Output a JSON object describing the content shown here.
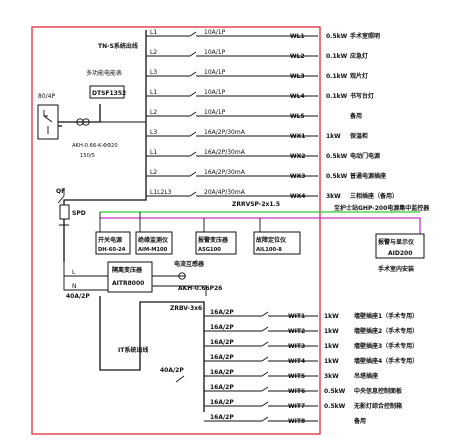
{
  "inlet": {
    "rating": "80/4P",
    "spd": "SPD",
    "qf": "QF"
  },
  "tn_section": {
    "title": "TN-S系统出线",
    "meter_label": "多功能电能表",
    "meter_model": "DTSF1352",
    "ct_label": "AKH-0.66-K-ΦΦ20",
    "ct_ratio": "150/5",
    "circuits": [
      {
        "phase": "L1",
        "breaker": "10A/1P",
        "id": "WL1",
        "load": "0.5kW",
        "desc": "手术室照明"
      },
      {
        "phase": "L2",
        "breaker": "10A/1P",
        "id": "WL2",
        "load": "0.1kW",
        "desc": "应急灯"
      },
      {
        "phase": "L3",
        "breaker": "10A/1P",
        "id": "WL3",
        "load": "0.1kW",
        "desc": "观片灯"
      },
      {
        "phase": "L1",
        "breaker": "10A/1P",
        "id": "WL4",
        "load": "0.1kW",
        "desc": "书写台灯"
      },
      {
        "phase": "L2",
        "breaker": "10A/1P",
        "id": "WL5",
        "load": "",
        "desc": "备用"
      },
      {
        "phase": "L3",
        "breaker": "16A/2P/30mA",
        "id": "WX1",
        "load": "1kW",
        "desc": "保温柜"
      },
      {
        "phase": "L1",
        "breaker": "16A/2P/30mA",
        "id": "WX2",
        "load": "0.5kW",
        "desc": "电动门电源"
      },
      {
        "phase": "L2",
        "breaker": "16A/2P/30mA",
        "id": "WX3",
        "load": "0.5kW",
        "desc": "普通电源插座"
      },
      {
        "phase": "L1L2L3",
        "breaker": "20A/4P/30mA",
        "id": "WX4",
        "load": "3kW",
        "desc": "三相插座（备用）"
      }
    ]
  },
  "bus": {
    "cable": "ZRRVSP-2x1.5",
    "to_center": "至护士站GHP-200电源集中监控器"
  },
  "monitors": [
    {
      "title": "开关电源",
      "model": "DH-60-24"
    },
    {
      "title": "绝缘监测仪",
      "model": "AIM-M100"
    },
    {
      "title": "报警变压器",
      "model": "ASG100"
    },
    {
      "title": "故障定位仪",
      "model": "AIL100-8"
    }
  ],
  "alarm": {
    "title": "报警与显示仪",
    "model": "AID200",
    "note": "手术室内安装"
  },
  "transformer": {
    "title": "隔离变压器",
    "model": "AITR8000",
    "l_label": "L",
    "n_label": "N"
  },
  "ct2": {
    "title": "电流互感器",
    "model": "AKH-0.66P26"
  },
  "it_section": {
    "title": "IT系统出线",
    "feeder": "40A/2P",
    "feeder_top": "40A/2P",
    "cable": "ZRBV-3x6",
    "circuits": [
      {
        "breaker": "16A/2P",
        "id": "WIT1",
        "load": "1kW",
        "desc": "墙壁插座1（手术专用）"
      },
      {
        "breaker": "16A/2P",
        "id": "WIT2",
        "load": "1kW",
        "desc": "墙壁插座2（手术专用）"
      },
      {
        "breaker": "16A/2P",
        "id": "WIT3",
        "load": "1kW",
        "desc": "墙壁插座3（手术专用）"
      },
      {
        "breaker": "16A/2P",
        "id": "WIT4",
        "load": "1kW",
        "desc": "墙壁插座4（手术专用）"
      },
      {
        "breaker": "16A/2P",
        "id": "WIT5",
        "load": "3kW",
        "desc": "吊塔插座"
      },
      {
        "breaker": "16A/2P",
        "id": "WIT6",
        "load": "0.5kW",
        "desc": "中央信息控制面板"
      },
      {
        "breaker": "16A/2P",
        "id": "WIT7",
        "load": "0.5kW",
        "desc": "无影灯综合控制箱"
      },
      {
        "breaker": "16A/2P",
        "id": "WIT8",
        "load": "",
        "desc": "备用"
      }
    ]
  },
  "colors": {
    "frame": "#e0384a",
    "bus_green": "#33cc33",
    "bus_magenta": "#cc33cc",
    "ink": "#111111"
  }
}
